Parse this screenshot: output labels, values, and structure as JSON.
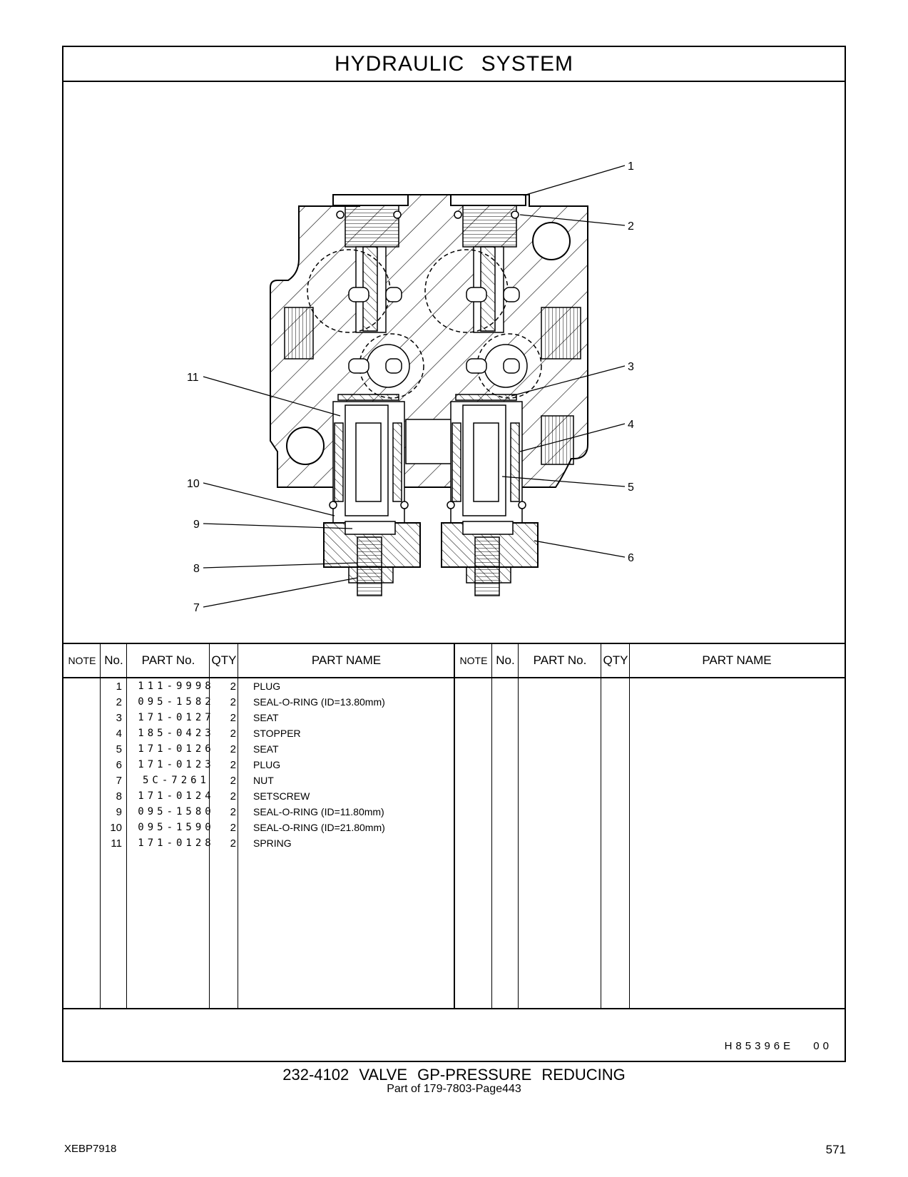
{
  "header": {
    "title": "HYDRAULIC   SYSTEM"
  },
  "diagram": {
    "callouts": [
      "1",
      "2",
      "3",
      "4",
      "5",
      "6",
      "7",
      "8",
      "9",
      "10",
      "11"
    ]
  },
  "parts_table": {
    "headers": {
      "note": "NOTE",
      "no": "No.",
      "part_no": "PART No.",
      "qty": "QTY",
      "part_name": "PART NAME"
    },
    "rows": [
      {
        "no": "1",
        "part_no": "111-9998",
        "qty": "2",
        "name": "PLUG"
      },
      {
        "no": "2",
        "part_no": "095-1582",
        "qty": "2",
        "name": "SEAL-O-RING (ID=13.80mm)"
      },
      {
        "no": "3",
        "part_no": "171-0127",
        "qty": "2",
        "name": "SEAT"
      },
      {
        "no": "4",
        "part_no": "185-0423",
        "qty": "2",
        "name": "STOPPER"
      },
      {
        "no": "5",
        "part_no": "171-0126",
        "qty": "2",
        "name": "SEAT"
      },
      {
        "no": "6",
        "part_no": "171-0123",
        "qty": "2",
        "name": "PLUG"
      },
      {
        "no": "7",
        "part_no": "5C-7261",
        "qty": "2",
        "name": "NUT"
      },
      {
        "no": "8",
        "part_no": "171-0124",
        "qty": "2",
        "name": "SETSCREW"
      },
      {
        "no": "9",
        "part_no": "095-1580",
        "qty": "2",
        "name": "SEAL-O-RING (ID=11.80mm)"
      },
      {
        "no": "10",
        "part_no": "095-1590",
        "qty": "2",
        "name": "SEAL-O-RING (ID=21.80mm)"
      },
      {
        "no": "11",
        "part_no": "171-0128",
        "qty": "2",
        "name": "SPRING"
      }
    ]
  },
  "footer_code": "H85396E  00",
  "caption": {
    "main": "232-4102  VALVE  GP-PRESSURE  REDUCING",
    "sub": "Part of 179-7803-Page443"
  },
  "doc_id": "XEBP7918",
  "page_number": "571"
}
